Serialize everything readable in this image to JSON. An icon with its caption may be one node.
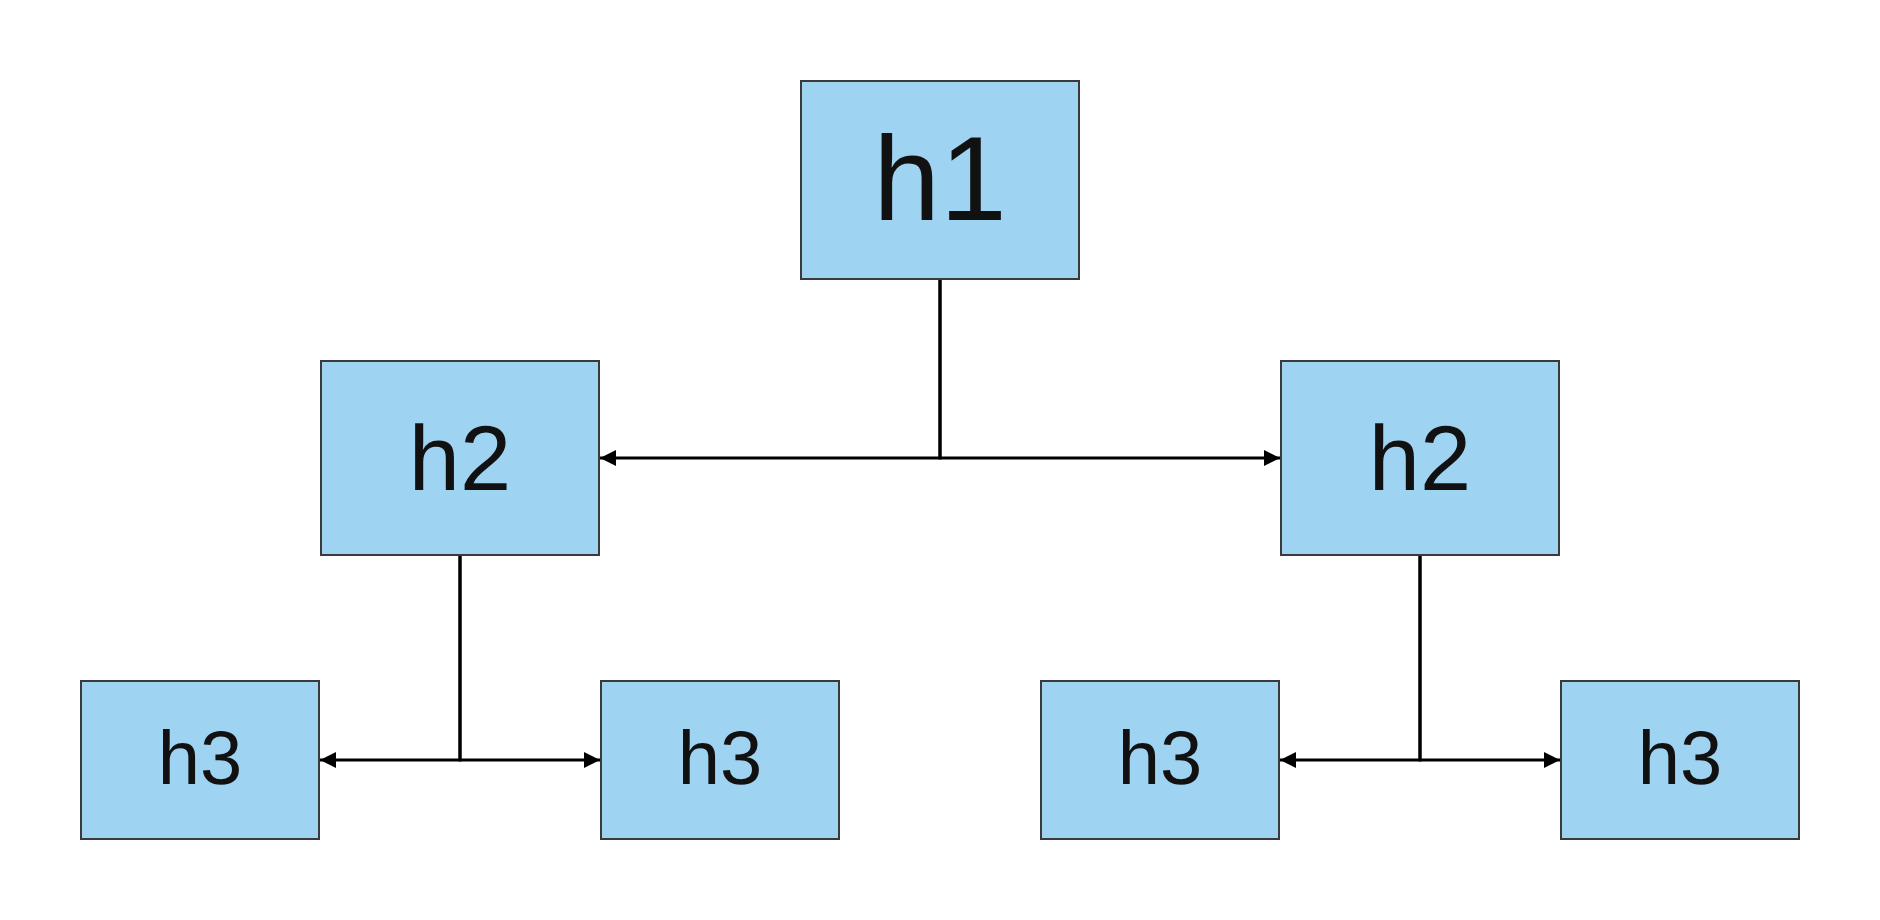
{
  "diagram": {
    "nodes": [
      {
        "text": [
          "h1"
        ]
      },
      {
        "text": [
          "h2"
        ]
      },
      {
        "text": [
          "h2"
        ]
      },
      {
        "text": [
          "h3"
        ]
      },
      {
        "text": [
          "h3"
        ]
      },
      {
        "text": [
          "h3"
        ]
      },
      {
        "text": [
          "h3"
        ]
      }
    ],
    "edges": [
      {
        "from": 0,
        "to": 1,
        "arrow": "to"
      },
      {
        "from": 0,
        "to": 2,
        "arrow": "to"
      },
      {
        "from": 1,
        "to": 3,
        "arrow": "to"
      },
      {
        "from": 1,
        "to": 4,
        "arrow": "to"
      },
      {
        "from": 2,
        "to": 5,
        "arrow": "to"
      },
      {
        "from": 2,
        "to": 6,
        "arrow": "to"
      }
    ]
  }
}
